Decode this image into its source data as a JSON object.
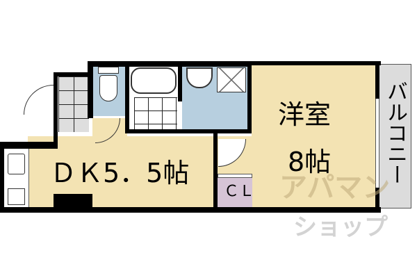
{
  "floorplan": {
    "rooms": {
      "western_room": {
        "name": "洋室",
        "size": "8帖"
      },
      "dk": {
        "label": "ＤＫ5．5帖"
      },
      "closet": {
        "label": "ＣＬ"
      },
      "balcony": {
        "label": "バルコニー"
      }
    },
    "watermark": {
      "line1": "アパマン",
      "line2": "ショップ"
    },
    "colors": {
      "floor": "#f3e3b3",
      "wet_area": "#b7cfdf",
      "closet": "#d6c4d6",
      "balcony": "#dcdcdc",
      "tile": "#dedede",
      "wall": "#000000"
    }
  }
}
